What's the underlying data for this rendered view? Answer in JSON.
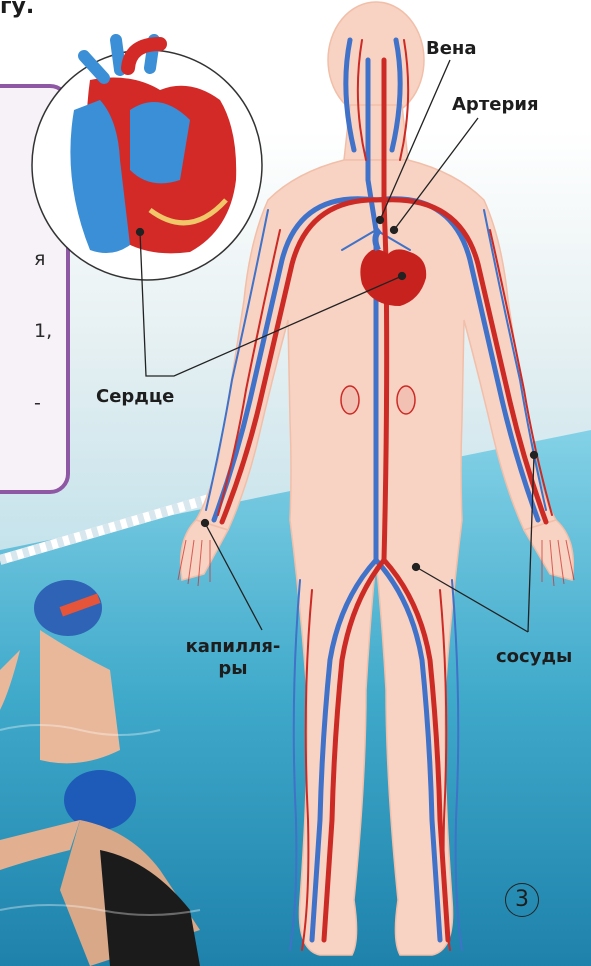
{
  "header": {
    "fragment": "гу."
  },
  "info_box": {
    "lines": [
      "я",
      "1,",
      "-"
    ]
  },
  "labels": {
    "vein": "Вена",
    "artery": "Артерия",
    "heart": "Сердце",
    "capillaries_line1": "капилля-",
    "capillaries_line2": "ры",
    "vessels": "сосуды"
  },
  "page": {
    "number": "3"
  },
  "colors": {
    "artery": "#cc2a25",
    "vein": "#3f72c8",
    "body": "#f8d2c2",
    "box_border": "#8e58a4",
    "water": "#3aa7c9"
  }
}
